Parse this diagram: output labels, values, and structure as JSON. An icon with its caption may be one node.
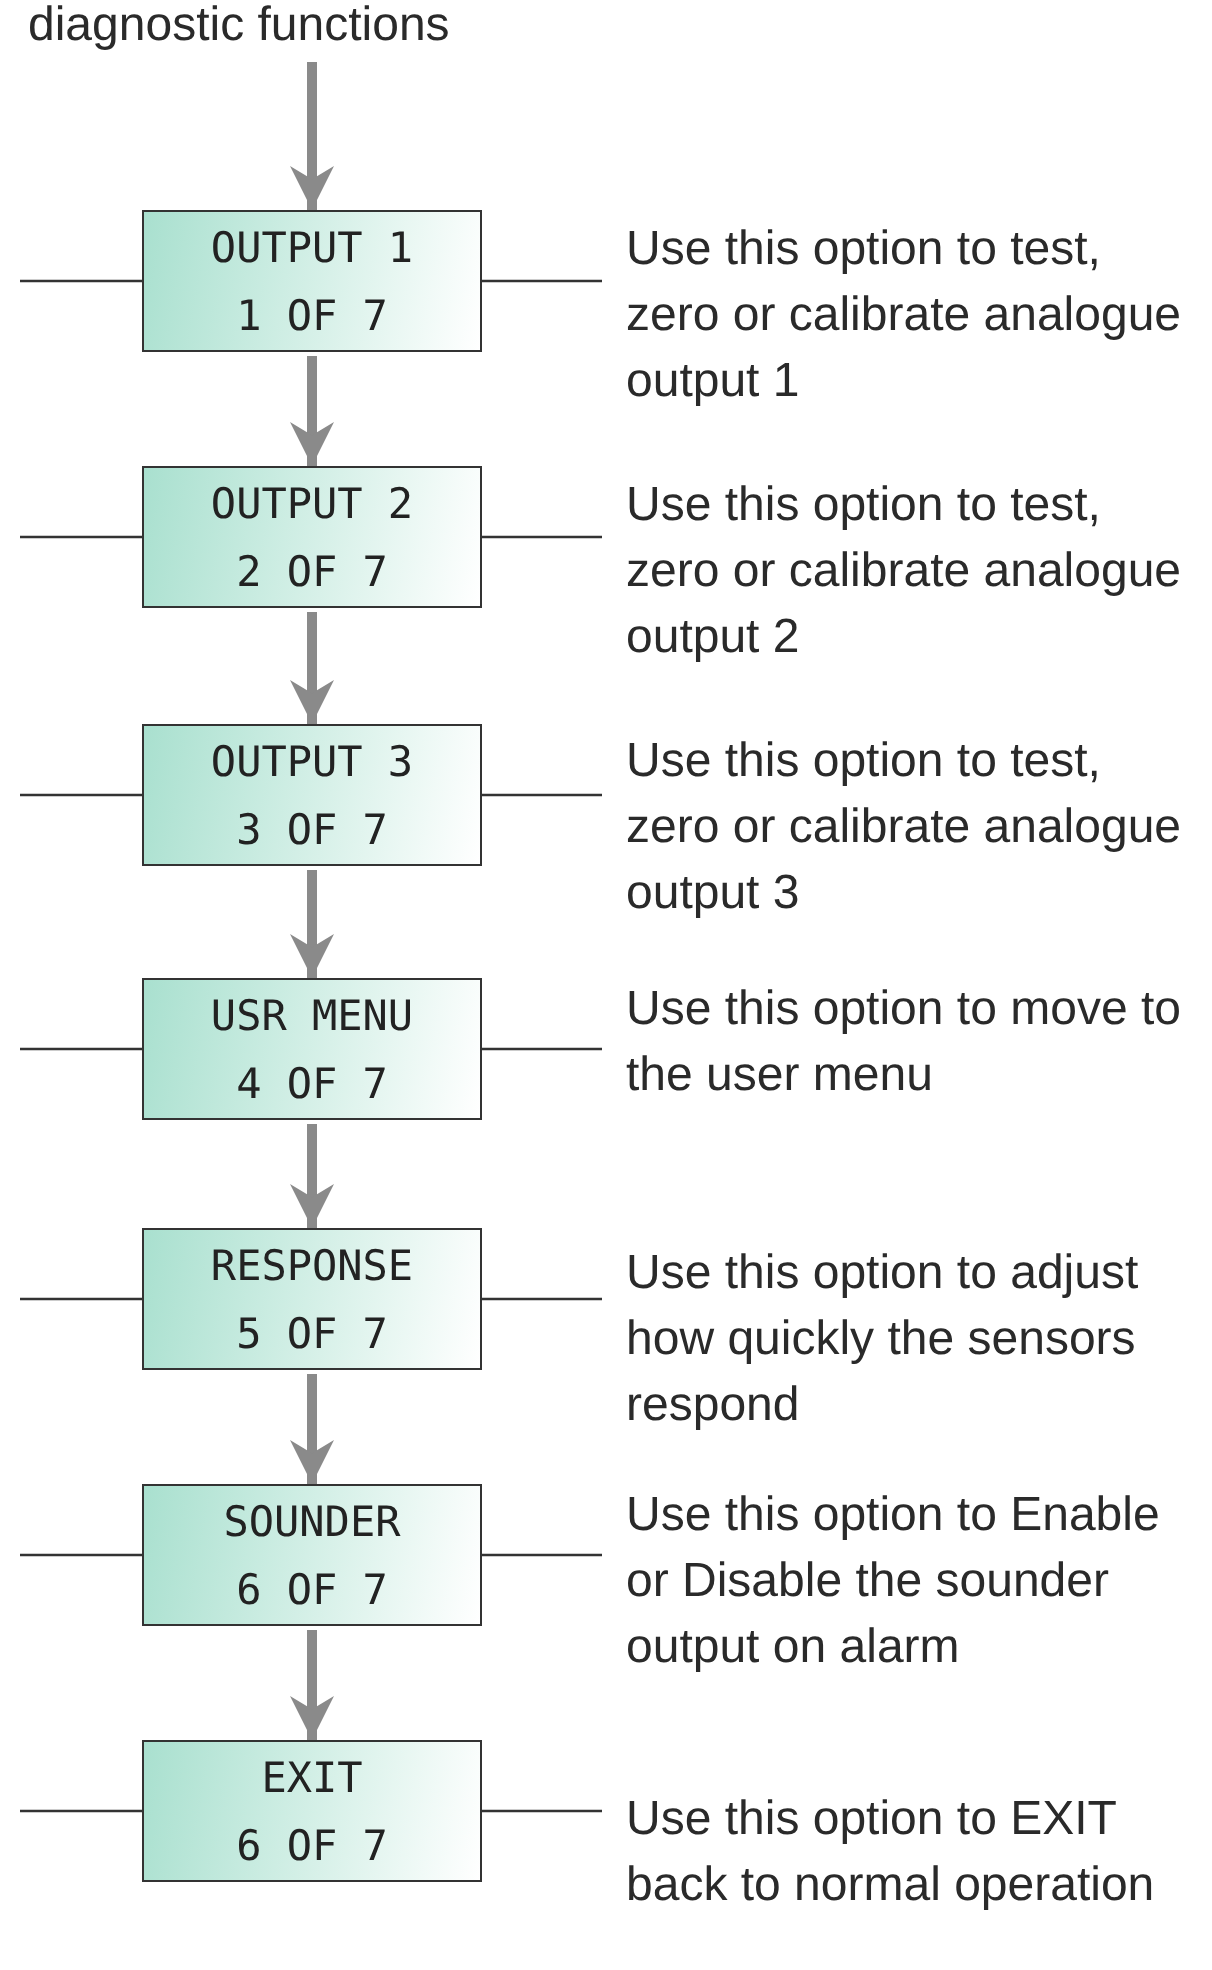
{
  "diagram": {
    "nodes": [
      {
        "text": [
          "diagnostic functions"
        ]
      },
      {
        "text": [
          "OUTPUT 1",
          "1 OF 7"
        ]
      },
      {
        "text": [
          "Use this option to test, zero or calibrate analogue output 1"
        ]
      },
      {
        "text": [
          "OUTPUT 2",
          "2 OF 7"
        ]
      },
      {
        "text": [
          "Use this option to test, zero or calibrate analogue output 2"
        ]
      },
      {
        "text": [
          "OUTPUT 3",
          "3 OF 7"
        ]
      },
      {
        "text": [
          "Use this option to test, zero or calibrate analogue output 3"
        ]
      },
      {
        "text": [
          "USR MENU",
          "4 OF 7"
        ]
      },
      {
        "text": [
          "Use this option to move to the user menu"
        ]
      },
      {
        "text": [
          "RESPONSE",
          "5 OF 7"
        ]
      },
      {
        "text": [
          "Use this option to adjust how quickly the sensors respond"
        ]
      },
      {
        "text": [
          "SOUNDER",
          "6 OF 7"
        ]
      },
      {
        "text": [
          "Use this option to Enable or Disable the sounder output on alarm"
        ]
      },
      {
        "text": [
          "EXIT",
          "6 OF 7"
        ]
      },
      {
        "text": [
          "Use this option to EXIT back to normal operation"
        ]
      }
    ],
    "edges": [
      {
        "from": 0,
        "to": 1,
        "arrow": "to",
        "style": "thick",
        "color": "#8a8a8a"
      },
      {
        "from": 1,
        "to": 3,
        "arrow": "to",
        "style": "thick",
        "color": "#8a8a8a"
      },
      {
        "from": 3,
        "to": 5,
        "arrow": "to",
        "style": "thick",
        "color": "#8a8a8a"
      },
      {
        "from": 5,
        "to": 7,
        "arrow": "to",
        "style": "thick",
        "color": "#8a8a8a"
      },
      {
        "from": 7,
        "to": 9,
        "arrow": "to",
        "style": "thick",
        "color": "#8a8a8a"
      },
      {
        "from": 9,
        "to": 11,
        "arrow": "to",
        "style": "thick",
        "color": "#8a8a8a"
      },
      {
        "from": 11,
        "to": 13,
        "arrow": "to",
        "style": "thick",
        "color": "#8a8a8a"
      },
      {
        "from": 1,
        "to": 2,
        "arrow": "none"
      },
      {
        "from": 3,
        "to": 4,
        "arrow": "none"
      },
      {
        "from": 5,
        "to": 6,
        "arrow": "none"
      },
      {
        "from": 7,
        "to": 8,
        "arrow": "none"
      },
      {
        "from": 9,
        "to": 10,
        "arrow": "none"
      },
      {
        "from": 11,
        "to": 12,
        "arrow": "none"
      },
      {
        "from": 13,
        "to": 14,
        "arrow": "none"
      },
      {
        "from": null,
        "to": 1,
        "arrow": "none"
      },
      {
        "from": null,
        "to": 3,
        "arrow": "none"
      },
      {
        "from": null,
        "to": 5,
        "arrow": "none"
      },
      {
        "from": null,
        "to": 7,
        "arrow": "none"
      },
      {
        "from": null,
        "to": 9,
        "arrow": "none"
      },
      {
        "from": null,
        "to": 11,
        "arrow": "none"
      },
      {
        "from": null,
        "to": 13,
        "arrow": "none"
      }
    ]
  }
}
